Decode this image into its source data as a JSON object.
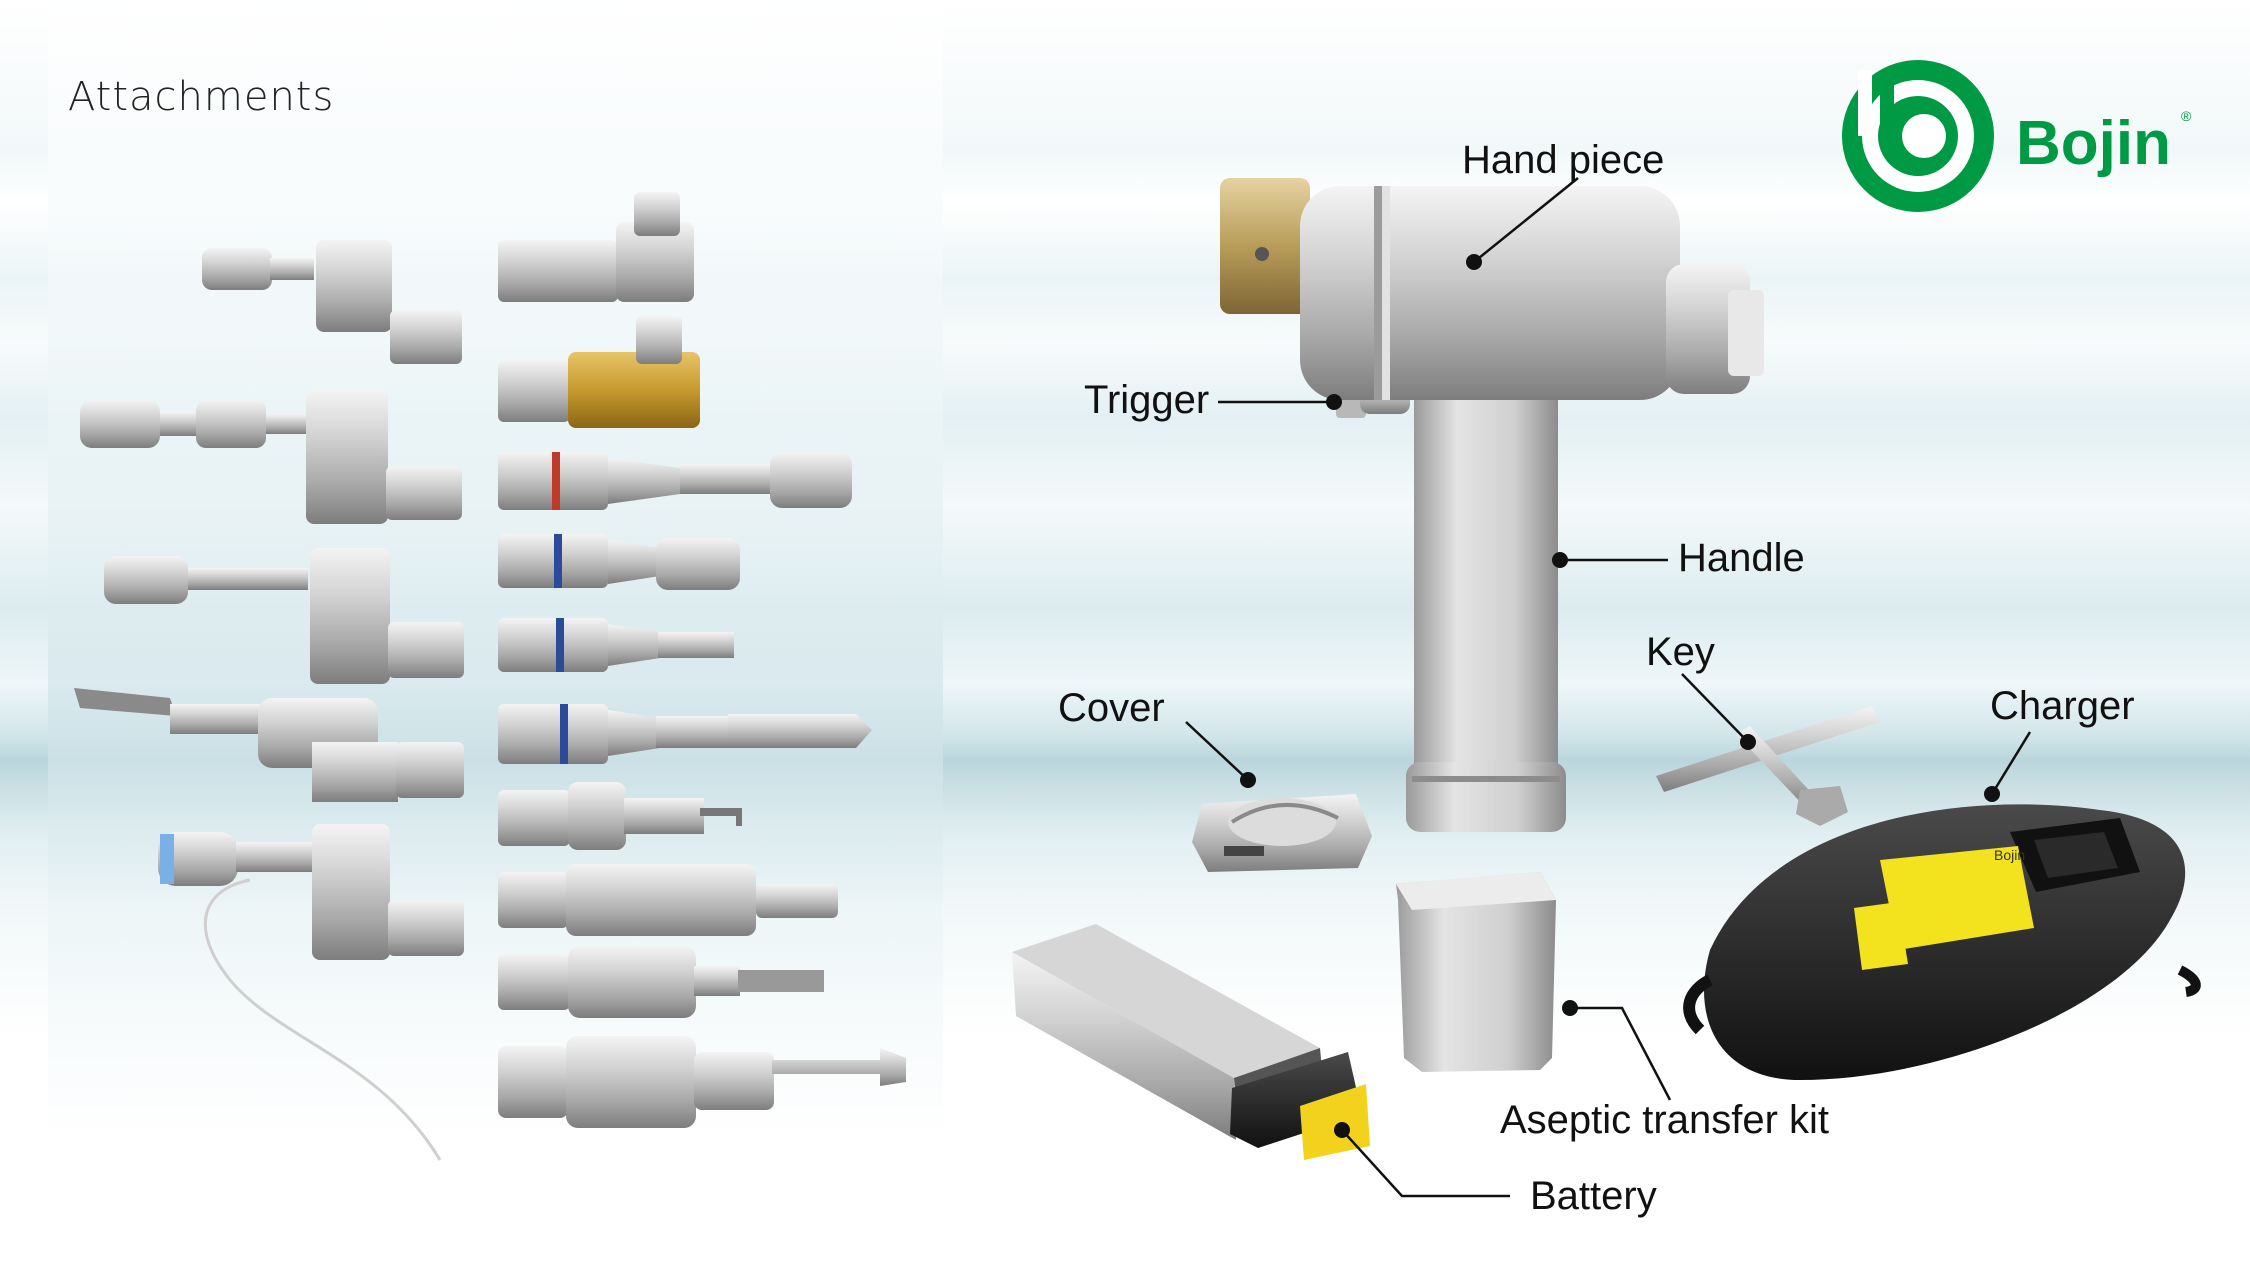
{
  "heading": "Attachments",
  "brand": {
    "name": "Bojin",
    "mark": "®",
    "color": "#009944"
  },
  "labels": {
    "hand_piece": "Hand piece",
    "trigger": "Trigger",
    "handle": "Handle",
    "key": "Key",
    "cover": "Cover",
    "charger": "Charger",
    "aseptic_kit": "Aseptic transfer kit",
    "battery": "Battery"
  },
  "charger_label": {
    "brand": "Bojin"
  }
}
